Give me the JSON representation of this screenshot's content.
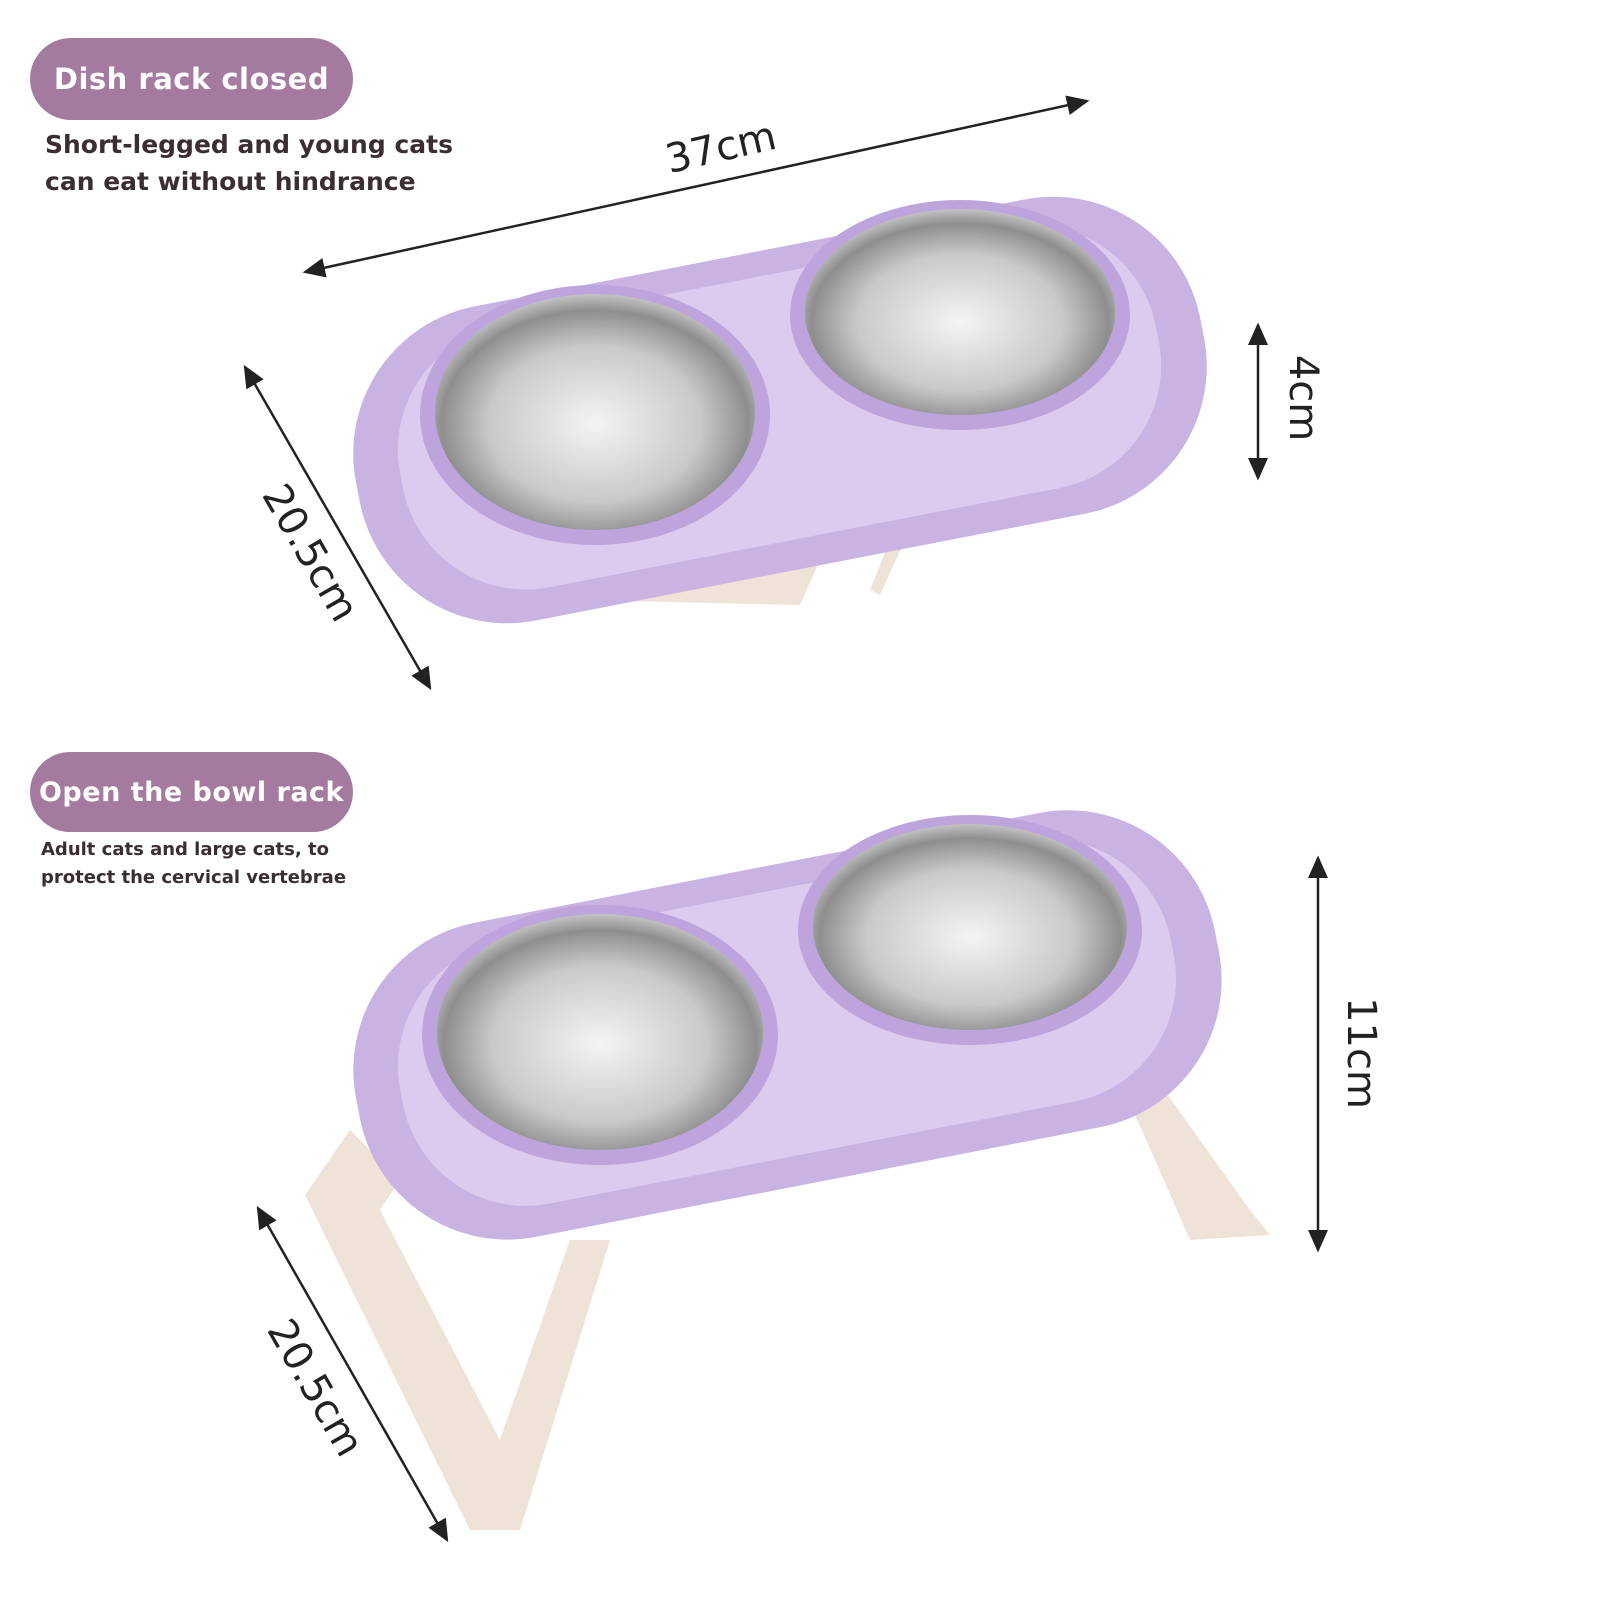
{
  "colors": {
    "pill": "#a57a9f",
    "tray": "#c9b3e3",
    "leg": "#efe2d6",
    "text": "#3a2e33"
  },
  "closed": {
    "title": "Dish rack closed",
    "desc_line1": "Short-legged and young cats",
    "desc_line2": "can eat without hindrance"
  },
  "open": {
    "title": "Open the bowl rack",
    "desc_line1": "Adult cats and large cats, to",
    "desc_line2": "protect the cervical vertebrae"
  },
  "dimensions": {
    "length": "37cm",
    "width_closed": "20.5cm",
    "height_closed": "4cm",
    "height_open": "11cm",
    "width_open": "20.5cm"
  }
}
